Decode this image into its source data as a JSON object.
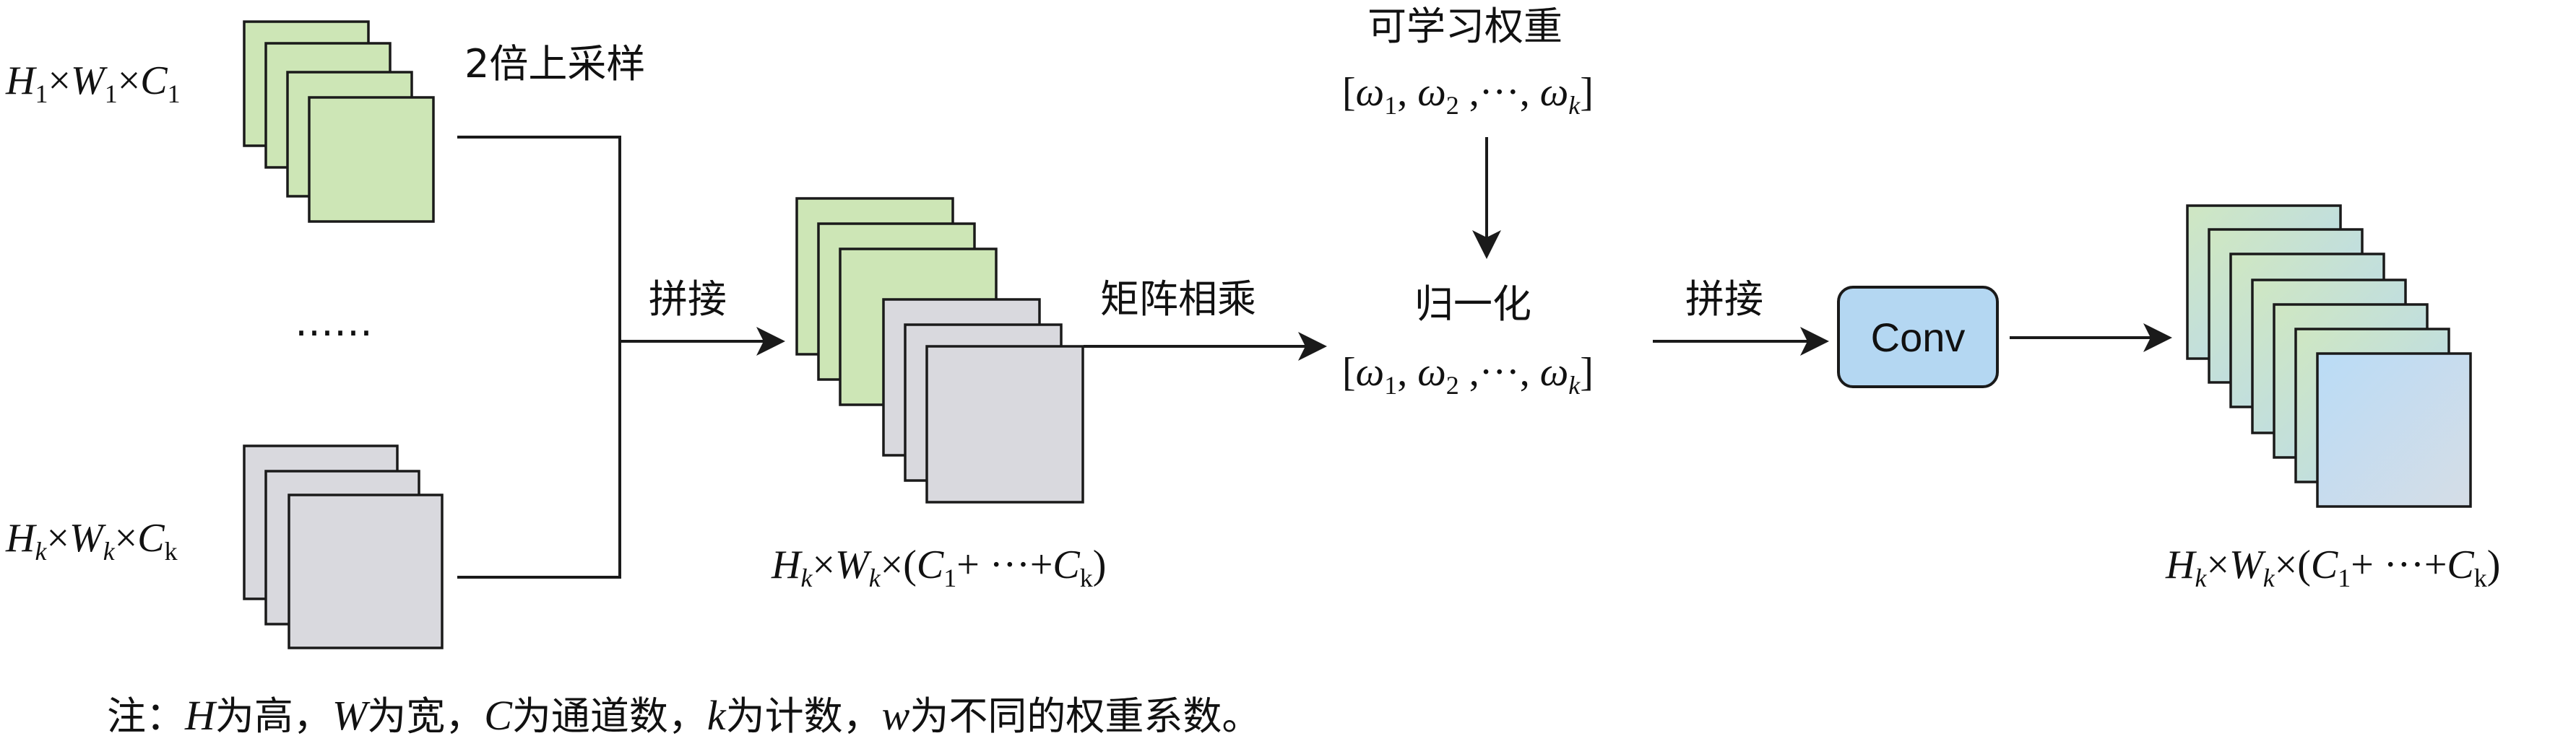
{
  "labels": {
    "upsample": "2倍上采样",
    "ellipsis": "……",
    "concat1": "拼接",
    "matmul": "矩阵相乘",
    "learnable": "可学习权重",
    "normalize": "归一化",
    "concat2": "拼接"
  },
  "math": {
    "h": "H",
    "w": "W",
    "c": "C",
    "k": "k",
    "k_roman": "k",
    "one": "1",
    "two": "2",
    "times": "×",
    "plus": "+",
    "dots": "···",
    "comma": ",",
    "omega": "ω",
    "lbracket": "[",
    "rbracket": "]",
    "lparen": "(",
    "rparen": ")"
  },
  "conv": {
    "label": "Conv"
  },
  "note": {
    "prefix": "注：",
    "h_var": "H",
    "h_desc": "为高，",
    "w_var": "W",
    "w_desc": "为宽，",
    "c_var": "C",
    "c_desc": "为通道数，",
    "k_var": "k",
    "k_desc": "为计数，",
    "weight_var": "w",
    "weight_desc": "为不同的权重系数。"
  },
  "colors": {
    "green_feature": "#cde6b6",
    "gray_feature": "#d9d9de",
    "blue_light": "#b9dcf5",
    "conv_fill": "#b4d7f2",
    "stroke": "#1a1a1a"
  }
}
